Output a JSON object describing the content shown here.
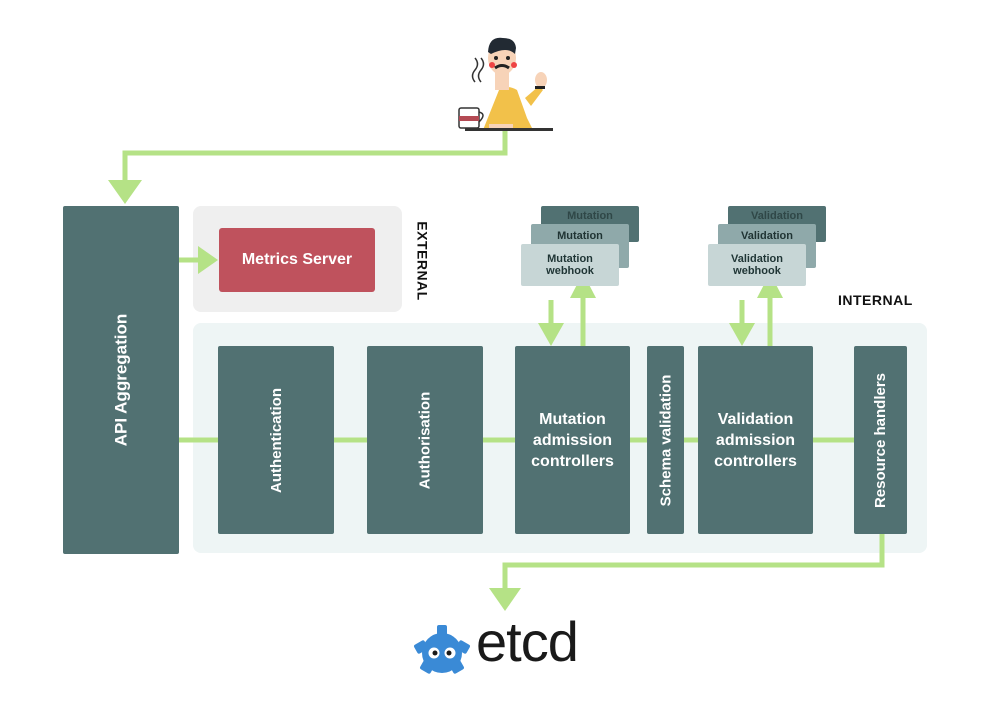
{
  "diagram": {
    "api_aggregation": "API Aggregation",
    "metrics_server": "Metrics Server",
    "external_label": "EXTERNAL",
    "internal_label": "INTERNAL",
    "stages": {
      "authentication": "Authentication",
      "authorisation": "Authorisation",
      "mutation_line1": "Mutation",
      "mutation_line2": "admission",
      "mutation_line3": "controllers",
      "schema_validation": "Schema validation",
      "validation_line1": "Validation",
      "validation_line2": "admission",
      "validation_line3": "controllers",
      "resource_handlers": "Resource handlers"
    },
    "mutation_webhooks": {
      "back": "Mutation",
      "mid": "Mutation",
      "front_line1": "Mutation",
      "front_line2": "webhook"
    },
    "validation_webhooks": {
      "back": "Validation",
      "mid": "Validation",
      "front_line1": "Validation",
      "front_line2": "webhook"
    },
    "storage": "etcd"
  },
  "colors": {
    "block": "#517172",
    "metrics": "#bf525d",
    "arrow": "#b5e286",
    "external_bg": "#efefef",
    "internal_bg": "#eef5f5",
    "etcd_logo": "#3a8ad6"
  },
  "icons": [
    "user-character-icon",
    "etcd-logo-icon"
  ]
}
